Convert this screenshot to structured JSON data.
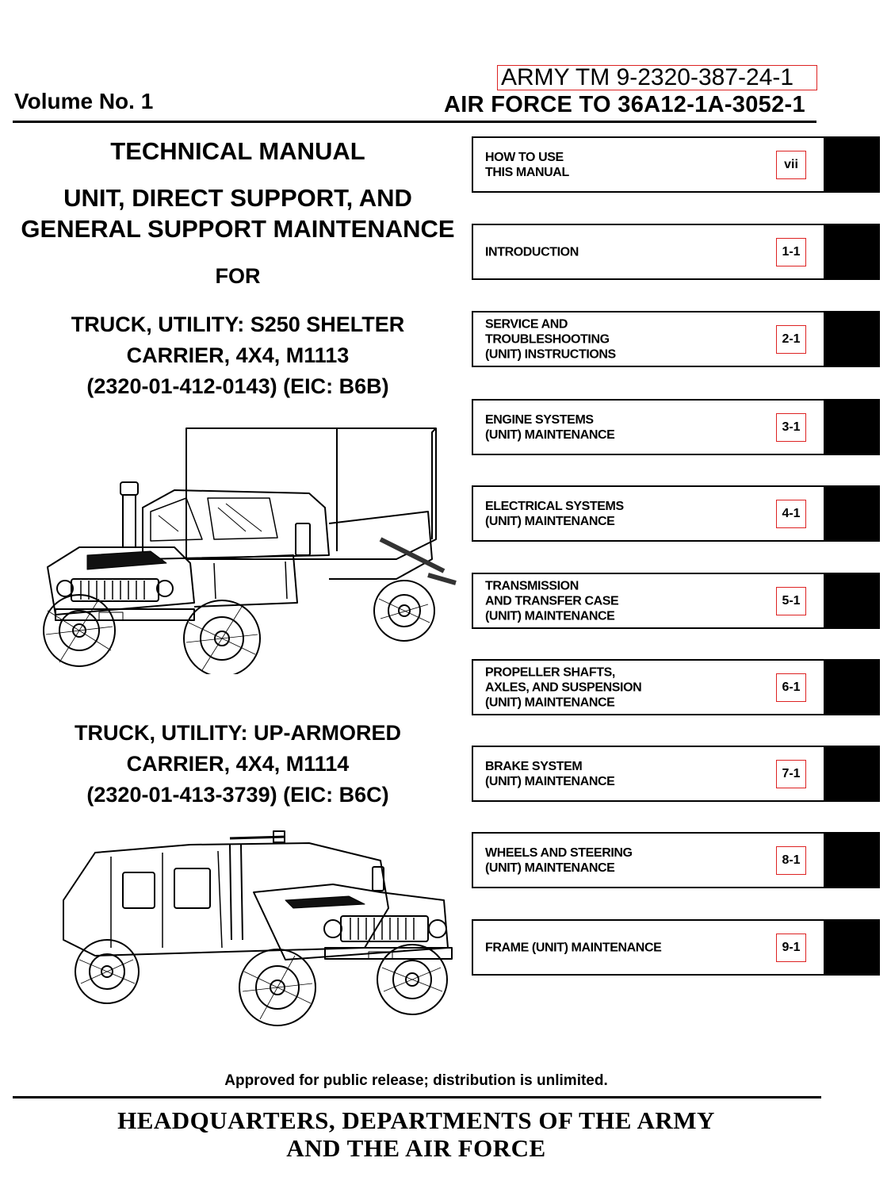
{
  "header": {
    "volume": "Volume No. 1",
    "army_tm": "ARMY TM 9-2320-387-24-1",
    "air_force_to": "AIR FORCE TO 36A12-1A-3052-1"
  },
  "title": {
    "line1": "TECHNICAL MANUAL",
    "line2": "UNIT, DIRECT SUPPORT, AND",
    "line3": "GENERAL SUPPORT MAINTENANCE",
    "for": "FOR"
  },
  "vehicles": [
    {
      "line1": "TRUCK, UTILITY: S250 SHELTER",
      "line2": "CARRIER, 4X4, M1113",
      "line3": "(2320-01-412-0143) (EIC: B6B)"
    },
    {
      "line1": "TRUCK, UTILITY: UP-ARMORED",
      "line2": "CARRIER, 4X4, M1114",
      "line3": "(2320-01-413-3739) (EIC: B6C)"
    }
  ],
  "chapters": [
    {
      "lines": [
        "HOW TO USE",
        "THIS MANUAL"
      ],
      "page": "vii"
    },
    {
      "lines": [
        "INTRODUCTION"
      ],
      "page": "1-1"
    },
    {
      "lines": [
        "SERVICE AND",
        "TROUBLESHOOTING",
        "(UNIT) INSTRUCTIONS"
      ],
      "page": "2-1"
    },
    {
      "lines": [
        "ENGINE SYSTEMS",
        "(UNIT) MAINTENANCE"
      ],
      "page": "3-1"
    },
    {
      "lines": [
        "ELECTRICAL SYSTEMS",
        "(UNIT) MAINTENANCE"
      ],
      "page": "4-1"
    },
    {
      "lines": [
        "TRANSMISSION",
        "AND TRANSFER CASE",
        "(UNIT) MAINTENANCE"
      ],
      "page": "5-1"
    },
    {
      "lines": [
        "PROPELLER SHAFTS,",
        "AXLES, AND SUSPENSION",
        "(UNIT) MAINTENANCE"
      ],
      "page": "6-1"
    },
    {
      "lines": [
        "BRAKE SYSTEM",
        "(UNIT) MAINTENANCE"
      ],
      "page": "7-1"
    },
    {
      "lines": [
        "WHEELS AND STEERING",
        "(UNIT) MAINTENANCE"
      ],
      "page": "8-1"
    },
    {
      "lines": [
        "FRAME (UNIT) MAINTENANCE"
      ],
      "page": "9-1"
    }
  ],
  "footer": {
    "release": "Approved for public release; distribution is unlimited.",
    "hq_line1": "HEADQUARTERS, DEPARTMENTS OF THE ARMY",
    "hq_line2": "AND THE AIR FORCE"
  }
}
